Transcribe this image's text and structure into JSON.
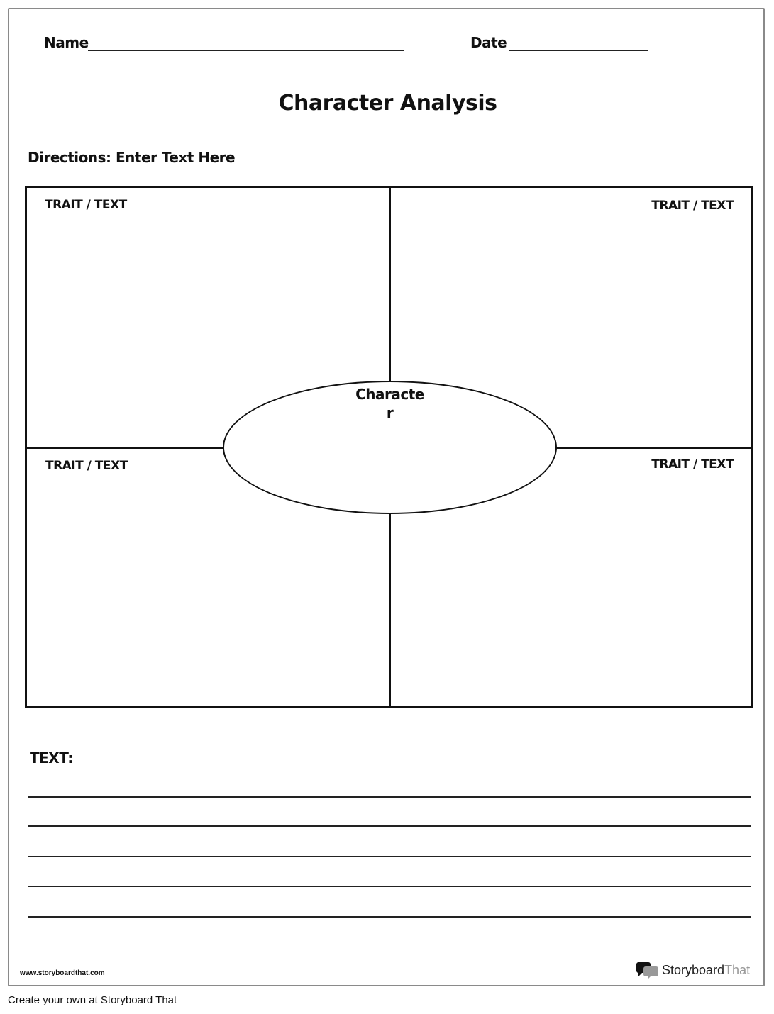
{
  "header": {
    "name_label": "Name",
    "date_label": "Date"
  },
  "title": "Character Analysis",
  "directions": "Directions: Enter Text Here",
  "organizer": {
    "quadrants": [
      {
        "position": "top-left",
        "label": "TRAIT / TEXT"
      },
      {
        "position": "top-right",
        "label": "TRAIT / TEXT"
      },
      {
        "position": "bottom-left",
        "label": "TRAIT / TEXT"
      },
      {
        "position": "bottom-right",
        "label": "TRAIT / TEXT"
      }
    ],
    "center_label": "Characte\nr"
  },
  "text_section": {
    "label": "TEXT:",
    "line_count": 5
  },
  "footer": {
    "url": "www.storyboardthat.com",
    "logo_primary": "Storyboard",
    "logo_secondary": "That",
    "create_link": "Create your own at Storyboard That"
  },
  "colors": {
    "frame_border": "#8a8a8a",
    "ink": "#111111",
    "logo_gray": "#999999"
  }
}
